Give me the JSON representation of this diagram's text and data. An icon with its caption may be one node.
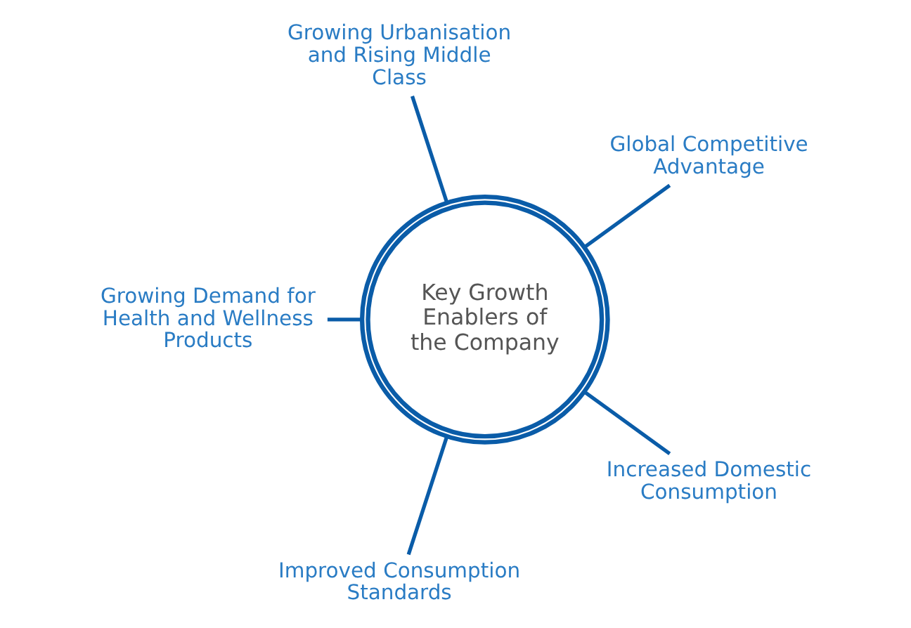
{
  "diagram": {
    "nodes": [
      {
        "text": [
          "Global Competitive Advantage"
        ]
      },
      {
        "text": [
          "Growing Urbanisation and Rising Middle Class"
        ]
      },
      {
        "text": [
          "Key Growth Enablers of the Company"
        ]
      },
      {
        "text": [
          "Growing Demand for Health and Wellness Products"
        ]
      },
      {
        "text": [
          "Improved Consumption Standards"
        ]
      },
      {
        "text": [
          "Increased Domestic Consumption"
        ]
      }
    ],
    "edges": [
      {
        "from": 2,
        "to": 1,
        "arrow": "none"
      },
      {
        "from": 2,
        "to": 4,
        "arrow": "none"
      },
      {
        "from": 2,
        "to": 5,
        "arrow": "none"
      },
      {
        "from": 2,
        "to": 3,
        "arrow": "none"
      },
      {
        "from": 2,
        "to": 0,
        "arrow": "none"
      }
    ]
  }
}
